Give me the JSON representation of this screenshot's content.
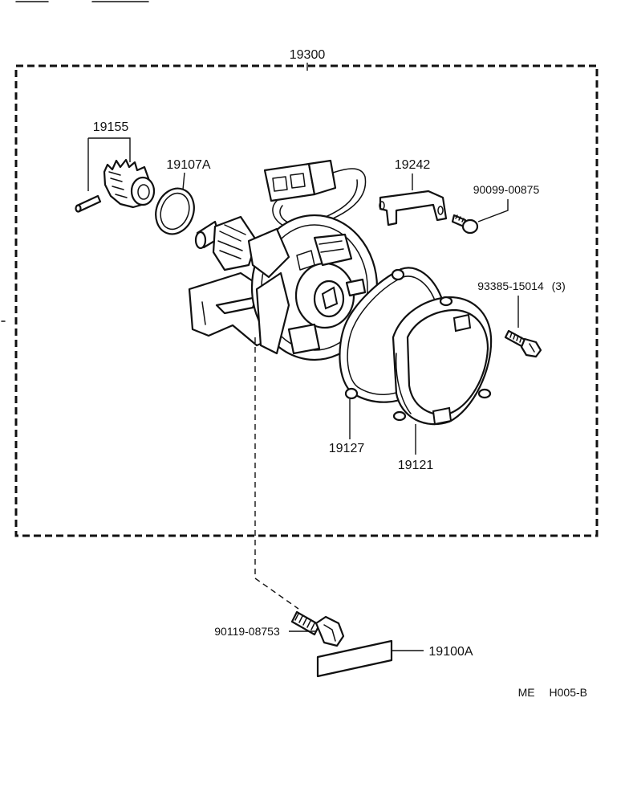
{
  "diagram": {
    "assembly_number": "19300",
    "parts": [
      {
        "id": "gear-set",
        "number": "19155"
      },
      {
        "id": "o-ring",
        "number": "19107A"
      },
      {
        "id": "bracket",
        "number": "19242"
      },
      {
        "id": "small-screw",
        "number": "90099-00875"
      },
      {
        "id": "cap-screw",
        "number": "93385-15014",
        "qty": "(3)"
      },
      {
        "id": "gasket",
        "number": "19127"
      },
      {
        "id": "cap",
        "number": "19121"
      },
      {
        "id": "hold-down-bolt",
        "number": "90119-08753"
      },
      {
        "id": "label-plate",
        "number": "19100A"
      }
    ],
    "drawing_code_prefix": "ME",
    "drawing_code": "H005-B"
  }
}
